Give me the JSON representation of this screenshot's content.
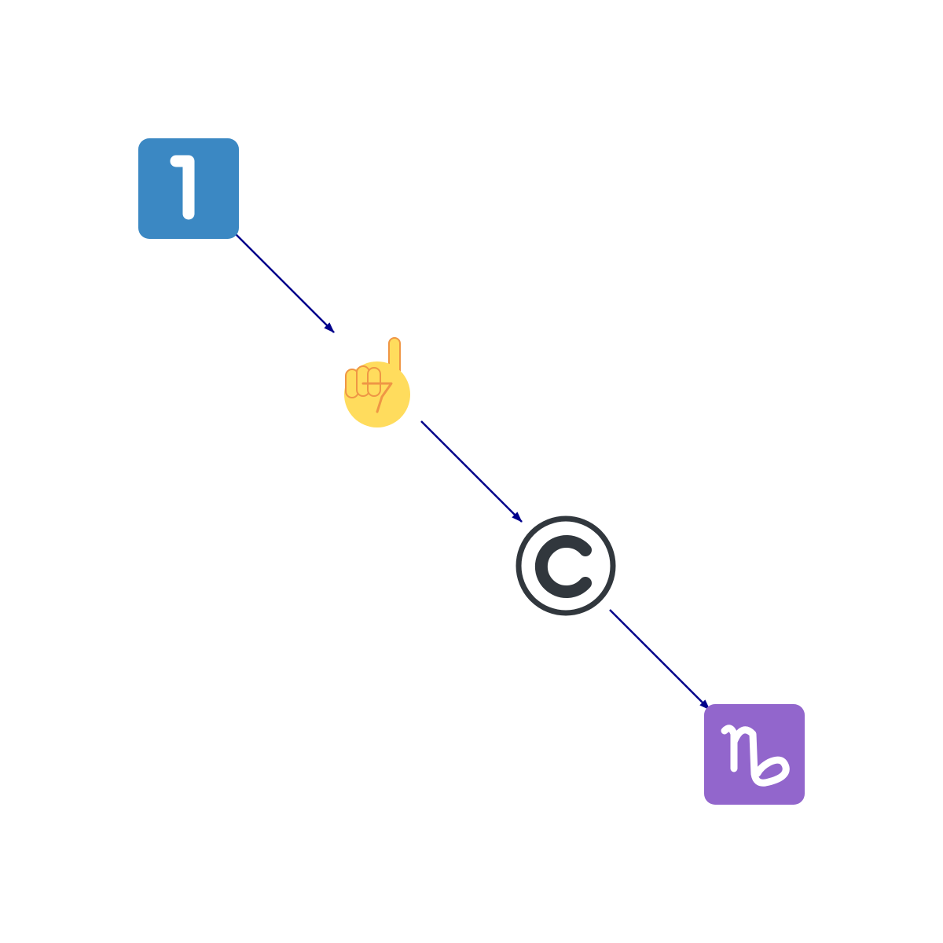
{
  "background": "#ffffff",
  "arrow_color": "#00008b",
  "nodes": [
    {
      "id": "keycap-one",
      "name": "keycap-digit-one-icon",
      "label": "1",
      "bg_color": "#3b88c3",
      "fg_color": "#ffffff"
    },
    {
      "id": "index-pointing-up",
      "name": "index-pointing-up-icon",
      "skin_color": "#ffdc5d",
      "line_color": "#ef9645"
    },
    {
      "id": "copyright",
      "name": "copyright-sign-icon",
      "label": "C",
      "color": "#31373d"
    },
    {
      "id": "capricorn",
      "name": "capricorn-sign-icon",
      "bg_color": "#9266cc",
      "fg_color": "#ffffff"
    }
  ],
  "edges": [
    {
      "from": "keycap-one",
      "to": "index-pointing-up"
    },
    {
      "from": "index-pointing-up",
      "to": "copyright"
    },
    {
      "from": "copyright",
      "to": "capricorn"
    }
  ]
}
